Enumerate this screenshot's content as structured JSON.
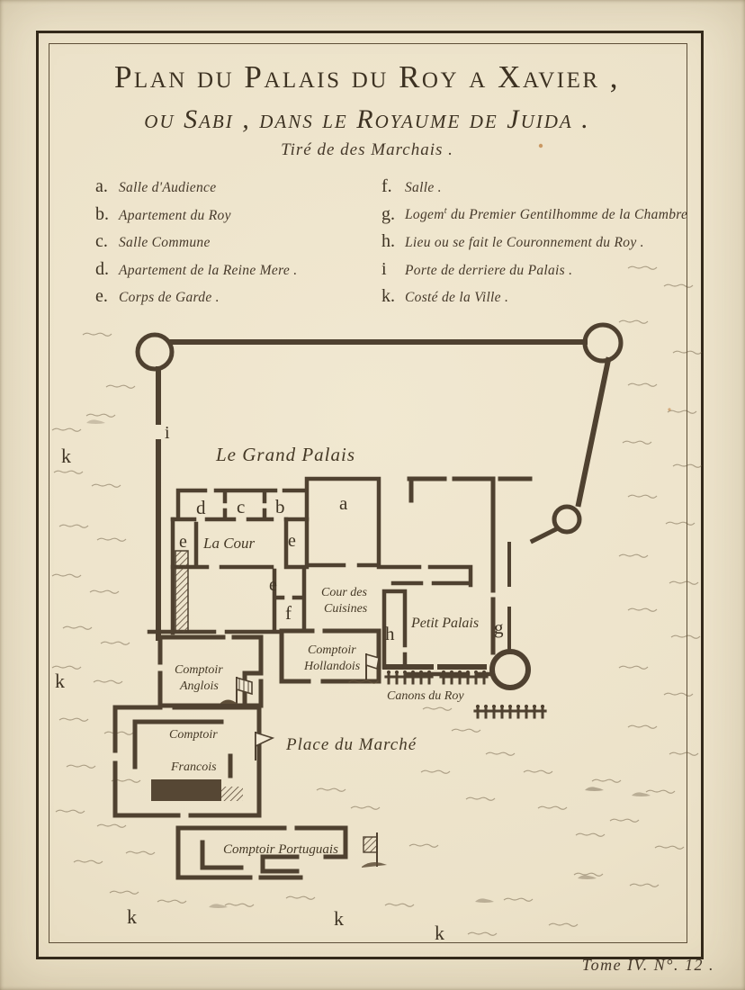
{
  "page": {
    "title_line1": "Plan du Palais du Roy a Xavier ,",
    "title_line2": "ou Sabi , dans le Royaume de Juida .",
    "title_line3": "Tiré de des Marchais .",
    "tome_note": "Tome IV. N°. 12 ."
  },
  "ink_color": "#4f4130",
  "paper_color": "#ece2c9",
  "legend": {
    "left": [
      {
        "key": "a.",
        "label": "Salle d'Audience"
      },
      {
        "key": "b.",
        "label": "Apartement du Roy"
      },
      {
        "key": "c.",
        "label": "Salle Commune"
      },
      {
        "key": "d.",
        "label": "Apartement de la Reine Mere ."
      },
      {
        "key": "e.",
        "label": "Corps de Garde ."
      }
    ],
    "right": [
      {
        "key": "f.",
        "label": "Salle ."
      },
      {
        "key": "g.",
        "label_pre": "Logem",
        "label_sup": "t",
        "label_post": " du Premier Gentilhomme de la Chambre"
      },
      {
        "key": "h.",
        "label": "Lieu ou se fait le Couronnement du Roy ."
      },
      {
        "key": "i",
        "label": "Porte de derriere du Palais ."
      },
      {
        "key": "k.",
        "label": "Costé de la Ville ."
      }
    ]
  },
  "map": {
    "areas": {
      "grand_palais": "Le Grand Palais",
      "la_cour": "La Cour",
      "cour_des_cuisines_1": "Cour des",
      "cour_des_cuisines_2": "Cuisines",
      "petit_palais": "Petit Palais",
      "comptoir_hollandois_1": "Comptoir",
      "comptoir_hollandois_2": "Hollandois",
      "comptoir_anglois_1": "Comptoir",
      "comptoir_anglois_2": "Anglois",
      "comptoir_francois_1": "Comptoir",
      "comptoir_francois_2": "Francois",
      "comptoir_portuguais": "Comptoir Portuguais",
      "place_du_marche": "Place du Marché",
      "canons_du_roy": "Canons du Roy"
    },
    "letters": [
      {
        "t": "a"
      },
      {
        "t": "b"
      },
      {
        "t": "c"
      },
      {
        "t": "d"
      },
      {
        "t": "e"
      },
      {
        "t": "e"
      },
      {
        "t": "e"
      },
      {
        "t": "f"
      },
      {
        "t": "g"
      },
      {
        "t": "h"
      },
      {
        "t": "i"
      },
      {
        "t": "k"
      },
      {
        "t": "k"
      },
      {
        "t": "k"
      },
      {
        "t": "k"
      },
      {
        "t": "k"
      }
    ]
  }
}
